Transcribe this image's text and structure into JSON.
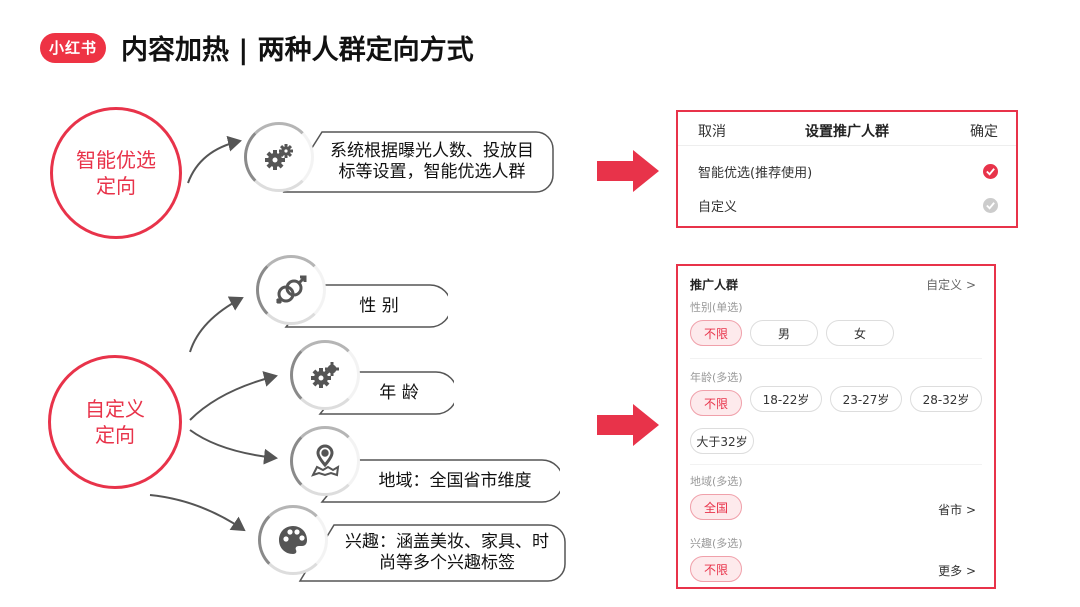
{
  "header": {
    "logo": "小红书",
    "title": "内容加热 | 两种人群定向方式"
  },
  "smart": {
    "circle": [
      "智能优选",
      "定向"
    ],
    "desc": [
      "系统根据曝光人数、投放目",
      "标等设置，智能优选人群"
    ]
  },
  "custom": {
    "circle": [
      "自定义",
      "定向"
    ],
    "items": [
      {
        "icon": "gender-icon",
        "label": [
          "性 别"
        ]
      },
      {
        "icon": "cake-icon",
        "label": [
          "年 龄"
        ]
      },
      {
        "icon": "location-pin-icon",
        "label": [
          "地域：全国省市维度"
        ]
      },
      {
        "icon": "palette-icon",
        "label": [
          "兴趣：涵盖美妆、家具、时",
          "尚等多个兴趣标签"
        ]
      }
    ]
  },
  "panel1": {
    "cancel": "取消",
    "title": "设置推广人群",
    "confirm": "确定",
    "options": [
      {
        "label": "智能优选(推荐使用)",
        "checked": true
      },
      {
        "label": "自定义",
        "checked": false
      }
    ]
  },
  "panel2": {
    "title": "推广人群",
    "mode": "自定义 >",
    "gender": {
      "label": "性别(单选)",
      "options": [
        "不限",
        "男",
        "女"
      ],
      "selected": "不限"
    },
    "age": {
      "label": "年龄(多选)",
      "options": [
        "不限",
        "18-22岁",
        "23-27岁",
        "28-32岁",
        "大于32岁"
      ],
      "selected": "不限"
    },
    "region": {
      "label": "地域(多选)",
      "options": [
        "全国"
      ],
      "selected": "全国",
      "more": "省市 >"
    },
    "interest": {
      "label": "兴趣(多选)",
      "options": [
        "不限"
      ],
      "selected": "不限",
      "more": "更多 >"
    }
  },
  "colors": {
    "brand": "#e8334a",
    "gray_border": "#555555"
  }
}
